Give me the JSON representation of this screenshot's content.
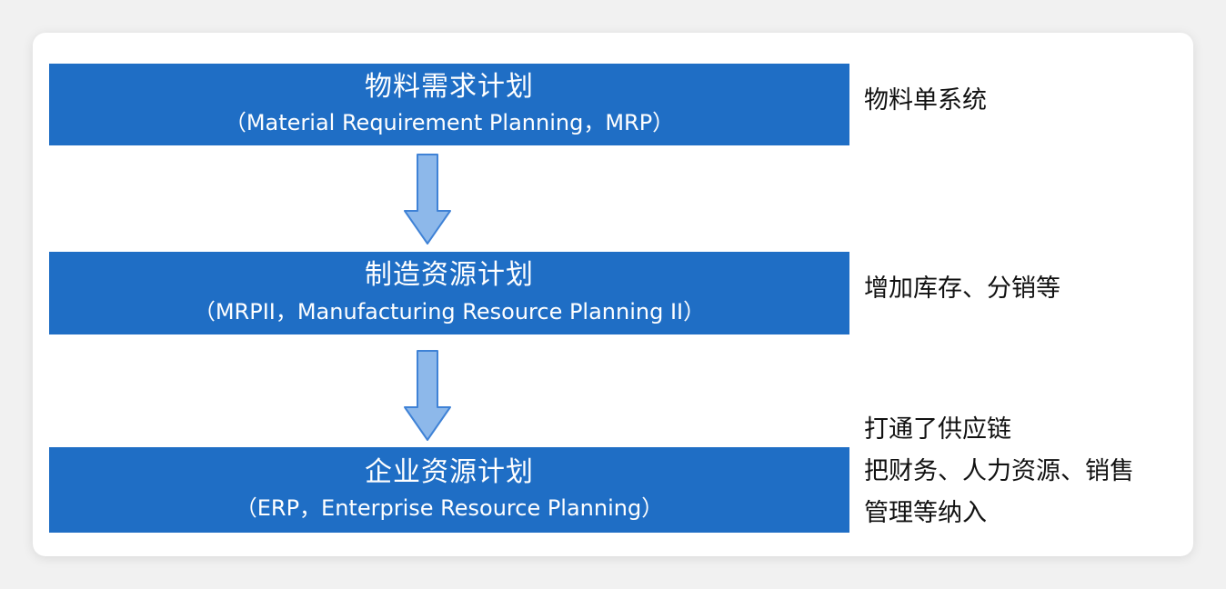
{
  "stages": [
    {
      "title": "物料需求计划",
      "subtitle": "（Material Requirement Planning，MRP）",
      "note": [
        "物料单系统"
      ]
    },
    {
      "title": "制造资源计划",
      "subtitle": "（MRPII，Manufacturing Resource Planning II）",
      "note": [
        "增加库存、分销等"
      ]
    },
    {
      "title": "企业资源计划",
      "subtitle": "（ERP，Enterprise Resource Planning）",
      "note": [
        "打通了供应链",
        "把财务、人力资源、销售",
        "管理等纳入"
      ]
    }
  ],
  "colors": {
    "stage_fill": "#1f6ec5",
    "stage_text": "#ffffff",
    "arrow_fill": "#8db8ea",
    "arrow_stroke": "#3f82d6",
    "note_text": "#111111"
  },
  "icons": [
    "arrow-down-icon",
    "arrow-down-icon"
  ]
}
